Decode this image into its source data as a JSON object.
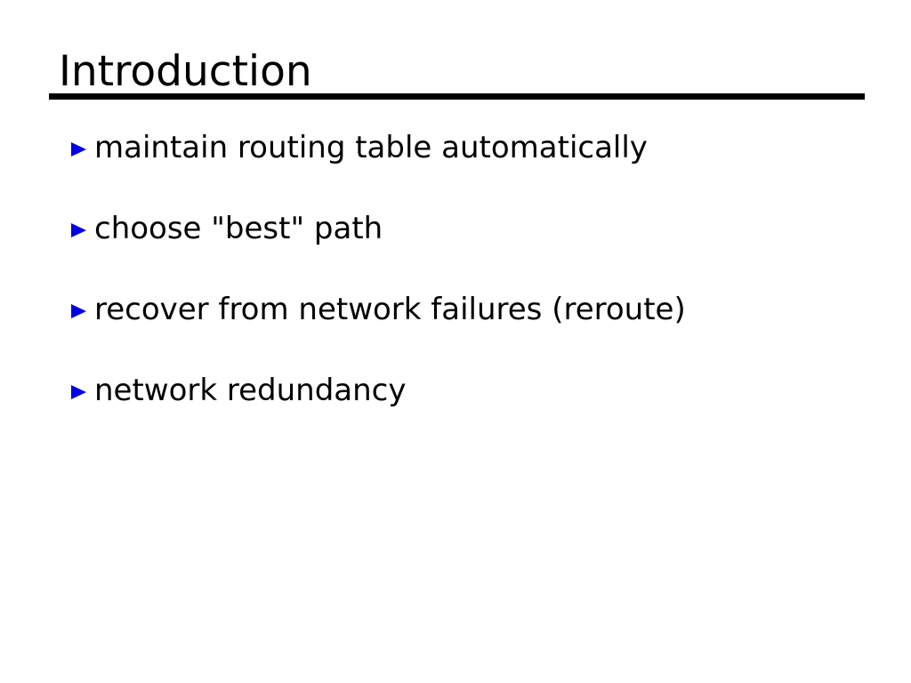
{
  "slide": {
    "title": "Introduction",
    "colors": {
      "background": "#ffffff",
      "text": "#000000",
      "underline": "#000000",
      "bullet_marker": "#0000e6"
    },
    "bullets": {
      "marker_glyph": "▶",
      "items": [
        {
          "text": "maintain routing table automatically"
        },
        {
          "text": "choose \"best\" path"
        },
        {
          "text": "recover from network failures (reroute)"
        },
        {
          "text": "network redundancy"
        }
      ]
    }
  }
}
